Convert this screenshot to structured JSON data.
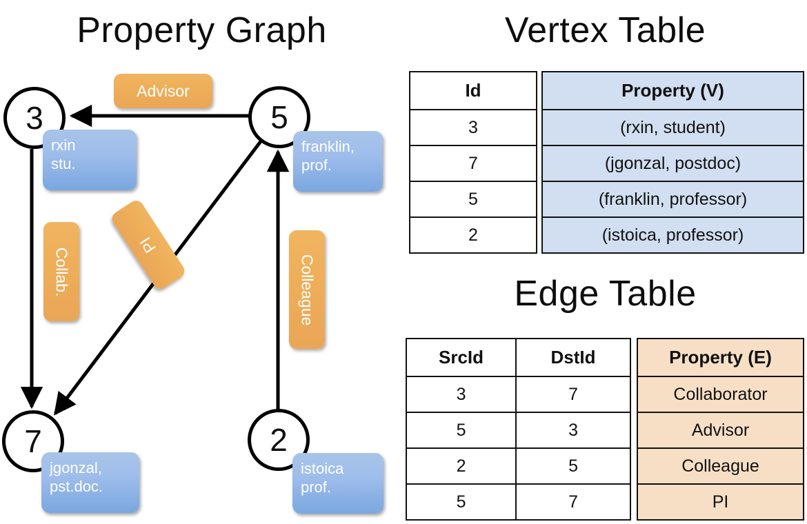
{
  "titles": {
    "graph": "Property Graph",
    "vertex_table": "Vertex Table",
    "edge_table": "Edge Table"
  },
  "colors": {
    "vertex_property_fill": "#d2def1",
    "edge_property_fill": "#f7dfc6",
    "vertex_box_fill": "#9ebdeb",
    "edge_label_fill": "#eeae59",
    "stroke": "#111111"
  },
  "graph": {
    "nodes": [
      {
        "id": "3",
        "label": "3",
        "property": "rxin\nstu."
      },
      {
        "id": "5",
        "label": "5",
        "property": "franklin,\nprof."
      },
      {
        "id": "7",
        "label": "7",
        "property": "jgonzal,\npst.doc."
      },
      {
        "id": "2",
        "label": "2",
        "property": "istoica\nprof."
      }
    ],
    "edge_labels": [
      {
        "name": "advisor",
        "text": "Advisor"
      },
      {
        "name": "collab",
        "text": "Collab."
      },
      {
        "name": "pi",
        "text": "PI"
      },
      {
        "name": "colleague",
        "text": "Colleague"
      }
    ],
    "edges": [
      {
        "src": "5",
        "dst": "3",
        "label": "Advisor"
      },
      {
        "src": "3",
        "dst": "7",
        "label": "Collab."
      },
      {
        "src": "5",
        "dst": "7",
        "label": "PI"
      },
      {
        "src": "2",
        "dst": "5",
        "label": "Colleague"
      }
    ]
  },
  "vertex_table": {
    "headers": [
      "Id",
      "Property (V)"
    ],
    "rows": [
      {
        "id": "3",
        "property": "(rxin, student)"
      },
      {
        "id": "7",
        "property": "(jgonzal, postdoc)"
      },
      {
        "id": "5",
        "property": "(franklin, professor)"
      },
      {
        "id": "2",
        "property": "(istoica, professor)"
      }
    ]
  },
  "edge_table": {
    "headers": [
      "SrcId",
      "DstId",
      "Property (E)"
    ],
    "rows": [
      {
        "src": "3",
        "dst": "7",
        "property": "Collaborator"
      },
      {
        "src": "5",
        "dst": "3",
        "property": "Advisor"
      },
      {
        "src": "2",
        "dst": "5",
        "property": "Colleague"
      },
      {
        "src": "5",
        "dst": "7",
        "property": "PI"
      }
    ]
  }
}
